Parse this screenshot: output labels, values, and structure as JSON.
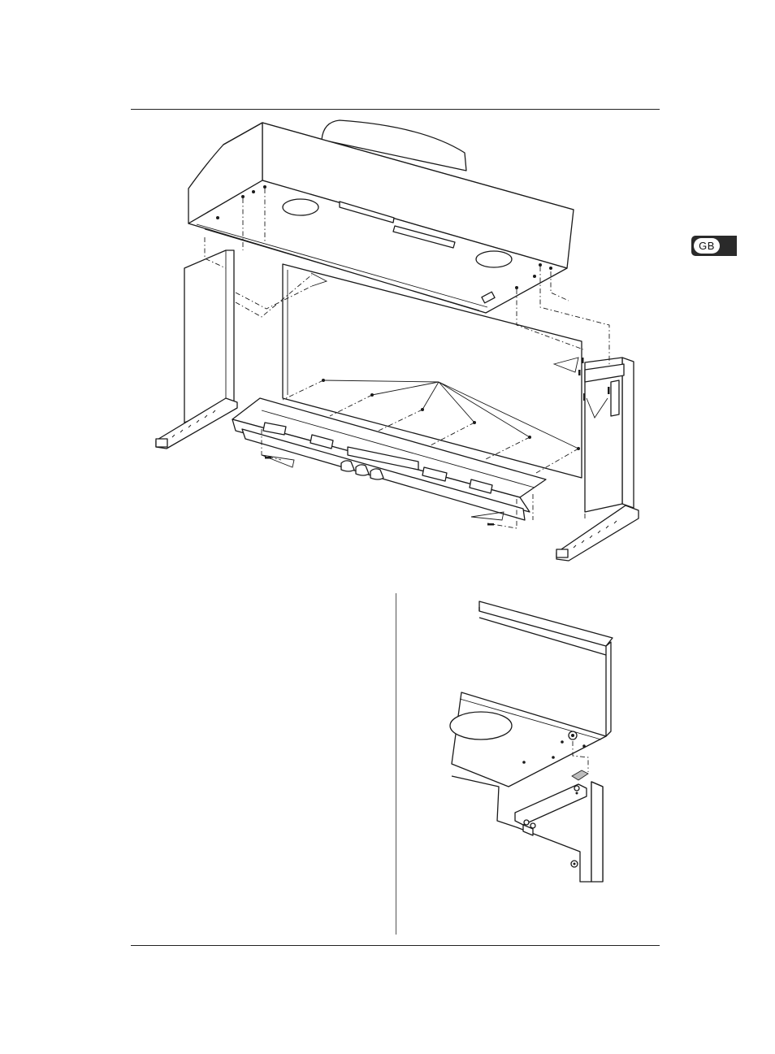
{
  "language_tab": {
    "label": "GB",
    "bg_color": "#2a2a2a"
  },
  "figures": [
    {
      "id": "exploded-assembly",
      "label": ""
    },
    {
      "id": "detail-bracket-fitting",
      "label": ""
    }
  ]
}
